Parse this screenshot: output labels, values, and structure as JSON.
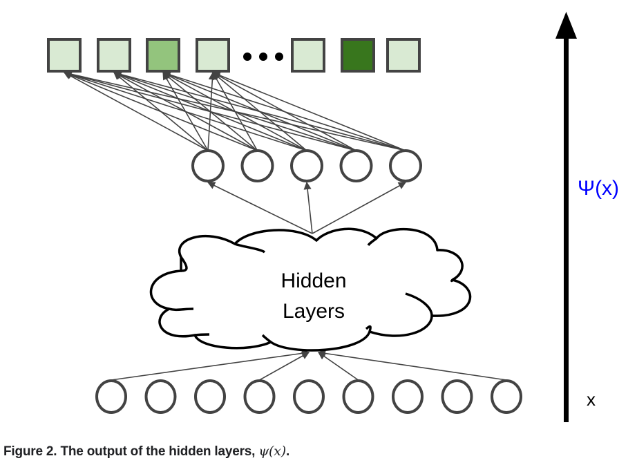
{
  "diagram": {
    "output_units": [
      {
        "kind": "square",
        "shade": "light"
      },
      {
        "kind": "square",
        "shade": "light"
      },
      {
        "kind": "square",
        "shade": "medium"
      },
      {
        "kind": "square",
        "shade": "light"
      },
      {
        "kind": "ellipsis"
      },
      {
        "kind": "square",
        "shade": "light"
      },
      {
        "kind": "square",
        "shade": "dark"
      },
      {
        "kind": "square",
        "shade": "light"
      }
    ],
    "output_connected_count": 4,
    "psi_node_count": 5,
    "input_node_count": 9,
    "cloud_to_psi_targets": [
      0,
      2,
      4
    ],
    "input_to_cloud_sources": [
      0,
      3,
      5,
      8
    ],
    "hidden_label_line1": "Hidden",
    "hidden_label_line2": "Layers",
    "axis_top_label": "Ψ(x)",
    "axis_bottom_label": "x",
    "colors": {
      "light": "#d9ead3",
      "medium": "#93c47d",
      "dark": "#38761d",
      "stroke": "#434343",
      "label_blue": "#0000ff",
      "axis": "#000000"
    }
  },
  "caption": {
    "prefix": "Figure 2. The output of the hidden layers, ",
    "math": "ψ(x)",
    "suffix": "."
  }
}
